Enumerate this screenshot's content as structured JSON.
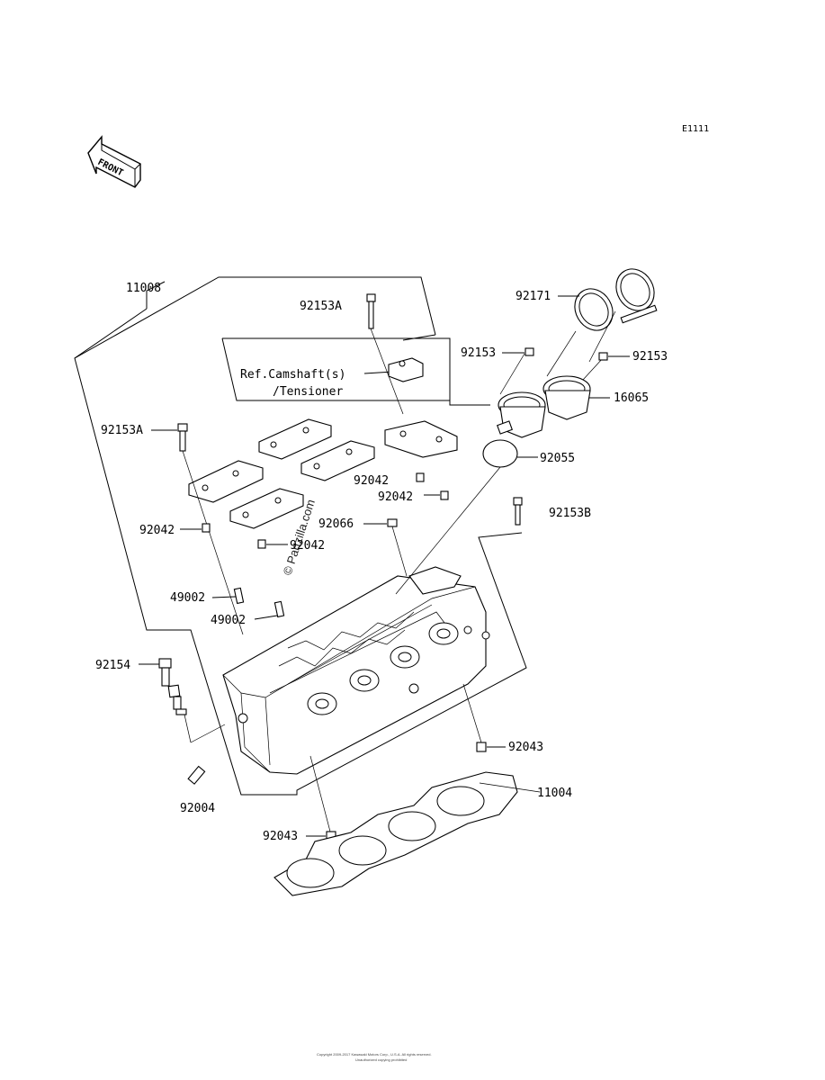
{
  "diagram": {
    "code": "E1111",
    "front_label": "FRONT",
    "reference_note": [
      "Ref.Camshaft(s)",
      "/Tensioner"
    ],
    "watermark": "© Partzilla.com",
    "footer_lines": [
      "Copyright 2009-2017 Kawasaki Motors Corp., U.S.A. All rights reserved.",
      "Unauthorized copying prohibited"
    ],
    "parts": {
      "p11008": "11008",
      "p92153A_top": "92153A",
      "p92153A_left": "92153A",
      "p92171": "92171",
      "p92153_l": "92153",
      "p92153_r": "92153",
      "p16065": "16065",
      "p92055": "92055",
      "p92042_a": "92042",
      "p92042_b": "92042",
      "p92042_c": "92042",
      "p92042_d": "92042",
      "p92066": "92066",
      "p92153B": "92153B",
      "p49002_a": "49002",
      "p49002_b": "49002",
      "p92154": "92154",
      "p92043_r": "92043",
      "p11004": "11004",
      "p92004": "92004",
      "p92043_l": "92043"
    }
  }
}
